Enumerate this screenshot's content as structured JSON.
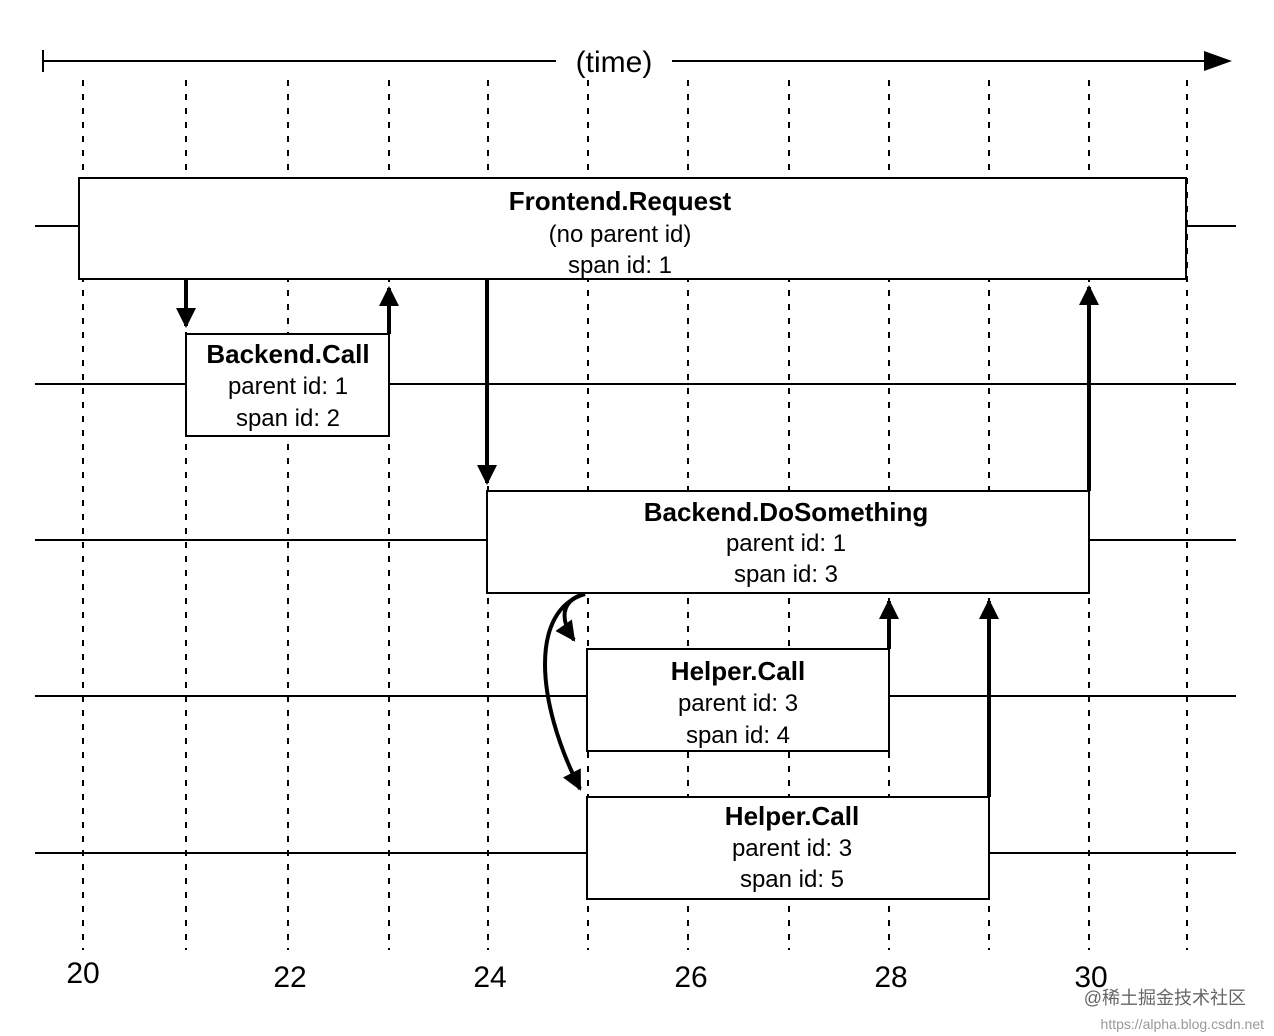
{
  "axis": {
    "label": "(time)"
  },
  "ticks": [
    "20",
    "22",
    "24",
    "26",
    "28",
    "30"
  ],
  "spans": [
    {
      "title": "Frontend.Request",
      "line1": "(no parent id)",
      "line2": "span id: 1"
    },
    {
      "title": "Backend.Call",
      "line1": "parent id: 1",
      "line2": "span id: 2"
    },
    {
      "title": "Backend.DoSomething",
      "line1": "parent id: 1",
      "line2": "span id: 3"
    },
    {
      "title": "Helper.Call",
      "line1": "parent id: 3",
      "line2": "span id: 4"
    },
    {
      "title": "Helper.Call",
      "line1": "parent id: 3",
      "line2": "span id: 5"
    }
  ],
  "watermark": {
    "line1": "@稀土掘金技术社区",
    "line2": "https://alpha.blog.csdn.net"
  }
}
